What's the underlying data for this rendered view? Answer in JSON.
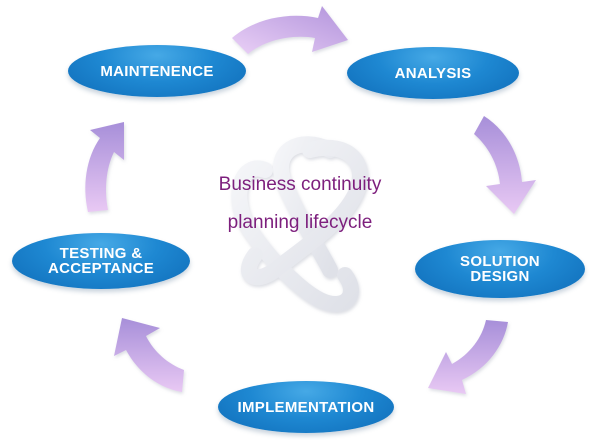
{
  "diagram": {
    "title_lines": [
      "Business continuity",
      "planning lifecycle"
    ],
    "center_icon": "interlocking-links-icon",
    "colors": {
      "stage_fill": "#1e88d2",
      "stage_text": "#ffffff",
      "arrow_top": "#a78fd9",
      "arrow_bottom": "#e7c6f3",
      "title_text": "#7d1f7d",
      "center_icon": "#e9eaf0"
    },
    "stages": [
      {
        "id": "analysis",
        "label": "ANALYSIS"
      },
      {
        "id": "solution-design",
        "label_lines": [
          "SOLUTION",
          "DESIGN"
        ]
      },
      {
        "id": "implementation",
        "label": "IMPLEMENTATION"
      },
      {
        "id": "testing-acceptance",
        "label_lines": [
          "TESTING &",
          "ACCEPTANCE"
        ]
      },
      {
        "id": "maintenence",
        "label": "MAINTENENCE"
      }
    ],
    "arrows": [
      {
        "from": "maintenence",
        "to": "analysis",
        "icon": "curved-arrow-right-icon"
      },
      {
        "from": "analysis",
        "to": "solution-design",
        "icon": "curved-arrow-down-icon"
      },
      {
        "from": "solution-design",
        "to": "implementation",
        "icon": "curved-arrow-down-left-icon"
      },
      {
        "from": "implementation",
        "to": "testing-acceptance",
        "icon": "curved-arrow-up-left-icon"
      },
      {
        "from": "testing-acceptance",
        "to": "maintenence",
        "icon": "curved-arrow-up-icon"
      }
    ]
  }
}
